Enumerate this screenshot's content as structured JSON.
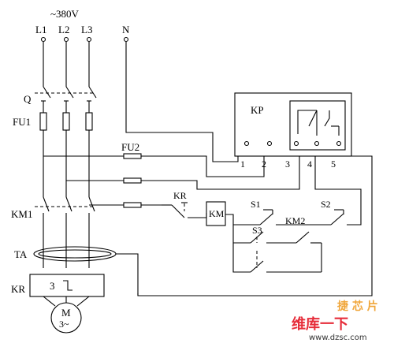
{
  "supply": {
    "voltage": "~380V",
    "phases": [
      "L1",
      "L2",
      "L3"
    ],
    "neutral": "N"
  },
  "components": {
    "breaker": "Q",
    "fuse_main": "FU1",
    "fuse_ctrl": "FU2",
    "contactor_main": "KM1",
    "current_transformer": "TA",
    "thermal_relay": "KR",
    "thermal_relay_number": "3",
    "motor": "M",
    "motor_phase": "3~",
    "controller": "KP",
    "kr_contact": "KR",
    "coil": "KM",
    "switch_s1": "S1",
    "switch_s2": "S2",
    "switch_s3": "S3",
    "contact_km2": "KM2"
  },
  "terminals": [
    "1",
    "2",
    "3",
    "4",
    "5"
  ],
  "watermark": {
    "top": "捷 芯 片",
    "main": "维库一下",
    "url": "www.dzsc.com"
  }
}
